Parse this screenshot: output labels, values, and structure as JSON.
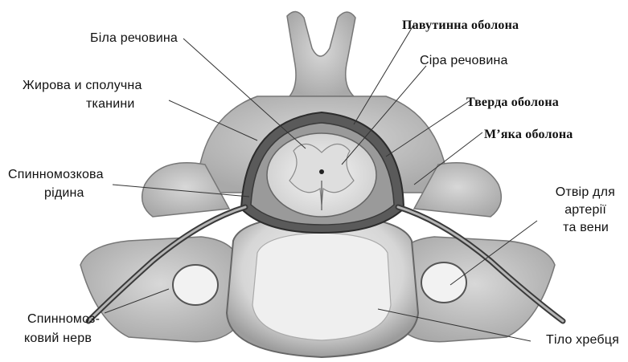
{
  "labels": {
    "white_matter": "Біла речовина",
    "arachnoid": "Павутинна оболона",
    "grey_matter": "Сіра речовина",
    "fat_connective_1": "Жирова и сполучна",
    "fat_connective_2": "тканини",
    "dura": "Тверда оболона",
    "pia": "М’яка оболона",
    "csf_1": "Спинномозкова",
    "csf_2": "рідина",
    "foramen_1": "Отвір для",
    "foramen_2": "артерії",
    "foramen_3": "та вени",
    "nerve_1": "Спинномоз-",
    "nerve_2": "ковий нерв",
    "body": "Тіло хребця"
  },
  "colors": {
    "bone": "#c6c6c6",
    "bone_dark": "#8a8a8a",
    "membrane": "#3a3a3a",
    "cord": "#e6e6e6",
    "leader": "#333333"
  }
}
